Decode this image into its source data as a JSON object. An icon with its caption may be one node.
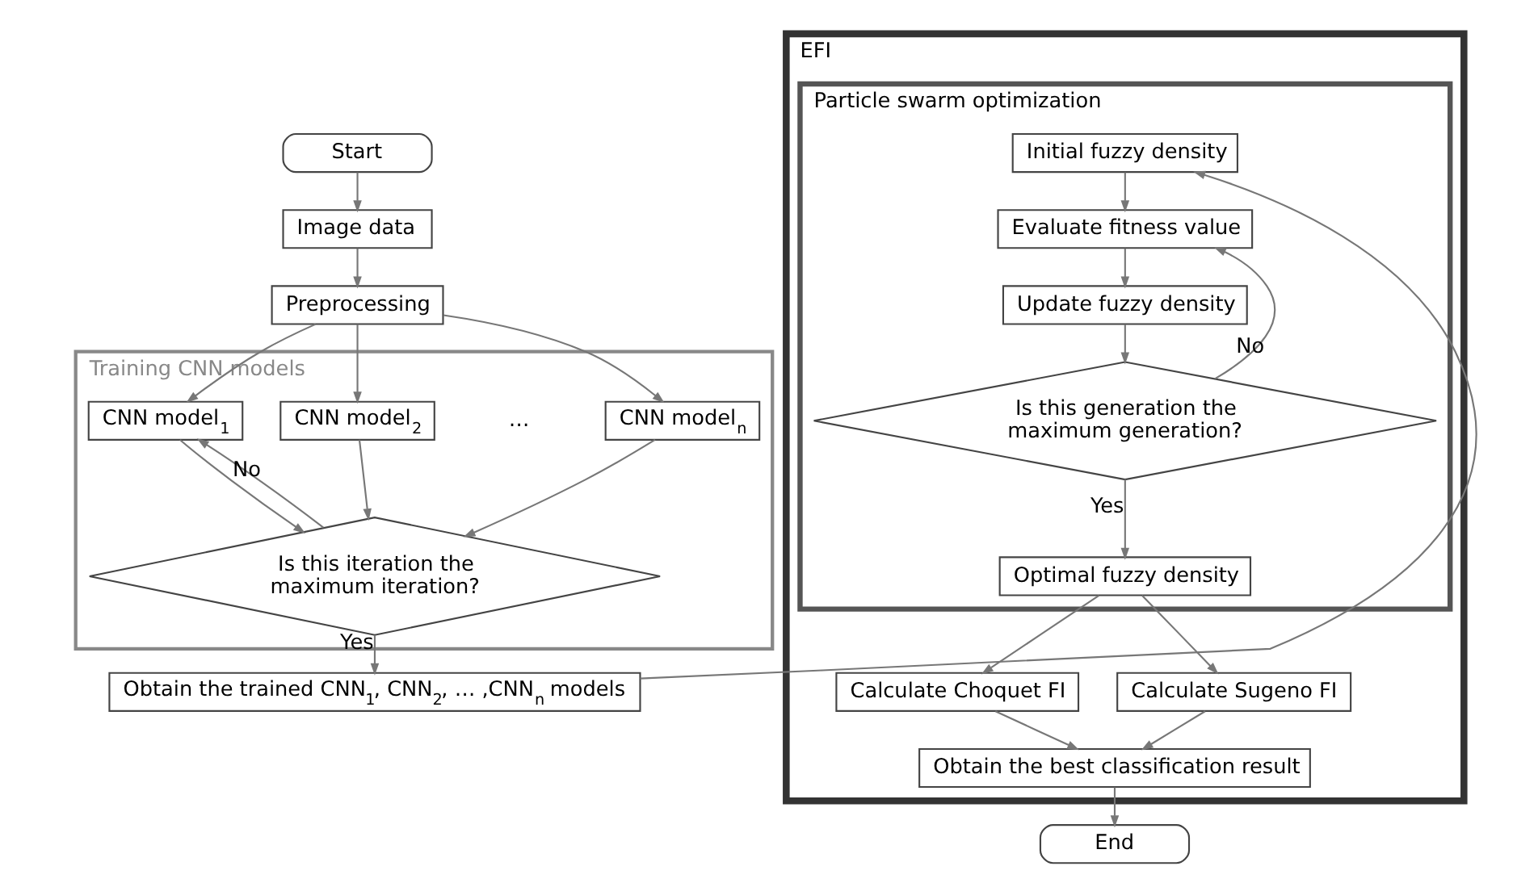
{
  "diagram": {
    "nodes": [
      {
        "text": [
          "Start"
        ]
      },
      {
        "text": [
          "Image data"
        ]
      },
      {
        "text": [
          "Preprocessing"
        ]
      },
      {
        "text": [
          "Training CNN models"
        ]
      },
      {
        "text": [
          "CNN model$_{1}$"
        ],
        "in": 3
      },
      {
        "text": [
          "CNN model$_{2}$"
        ],
        "in": 3
      },
      {
        "text": [
          "CNN model$_{n}$"
        ],
        "in": 3
      },
      {
        "text": [
          "Is this iteration the maximum iteration?"
        ],
        "in": 3
      },
      {
        "text": [
          "Obtain the trained CNN$_{1}$, CNN$_{2}$, … ,CNN$_{n}$ models"
        ]
      },
      {
        "text": [
          "EFI"
        ]
      },
      {
        "text": [
          "Particle swarm optimization"
        ],
        "in": 9
      },
      {
        "text": [
          "Initial fuzzy density"
        ],
        "in": 10
      },
      {
        "text": [
          "Evaluate fitness value"
        ],
        "in": 10
      },
      {
        "text": [
          "Update fuzzy density"
        ],
        "in": 10
      },
      {
        "text": [
          "Is this generation the maximum generation?"
        ],
        "in": 10
      },
      {
        "text": [
          "Optimal fuzzy density"
        ],
        "in": 10
      },
      {
        "text": [
          "Calculate Choquet FI"
        ],
        "in": 9
      },
      {
        "text": [
          "Calculate Sugeno FI"
        ],
        "in": 9
      },
      {
        "text": [
          "Obtain the best classification result"
        ],
        "in": 9
      },
      {
        "text": [
          "End"
        ]
      }
    ],
    "edges": [
      {
        "from": 0,
        "to": 1,
        "arrow": "to"
      },
      {
        "from": 1,
        "to": 2,
        "arrow": "to"
      },
      {
        "from": 2,
        "to": 4,
        "arrow": "to"
      },
      {
        "from": 2,
        "to": 5,
        "arrow": "to"
      },
      {
        "from": 2,
        "to": 6,
        "arrow": "to"
      },
      {
        "from": 4,
        "to": 7,
        "arrow": "to"
      },
      {
        "from": 5,
        "to": 7,
        "arrow": "to"
      },
      {
        "from": 6,
        "to": 7,
        "arrow": "to"
      },
      {
        "from": 7,
        "to": 4,
        "arrow": "to",
        "label": "No"
      },
      {
        "from": 7,
        "to": 8,
        "arrow": "to",
        "label": "Yes"
      },
      {
        "from": 8,
        "to": 11,
        "arrow": "to"
      },
      {
        "from": 11,
        "to": 12,
        "arrow": "to"
      },
      {
        "from": 12,
        "to": 13,
        "arrow": "to"
      },
      {
        "from": 13,
        "to": 14,
        "arrow": "to"
      },
      {
        "from": 14,
        "to": 12,
        "arrow": "to",
        "label": "No"
      },
      {
        "from": 14,
        "to": 15,
        "arrow": "to",
        "label": "Yes"
      },
      {
        "from": 15,
        "to": 16,
        "arrow": "to"
      },
      {
        "from": 15,
        "to": 17,
        "arrow": "to"
      },
      {
        "from": 16,
        "to": 18,
        "arrow": "to"
      },
      {
        "from": 17,
        "to": 18,
        "arrow": "to"
      },
      {
        "from": 18,
        "to": 19,
        "arrow": "to"
      }
    ],
    "labels": [
      "…"
    ]
  }
}
